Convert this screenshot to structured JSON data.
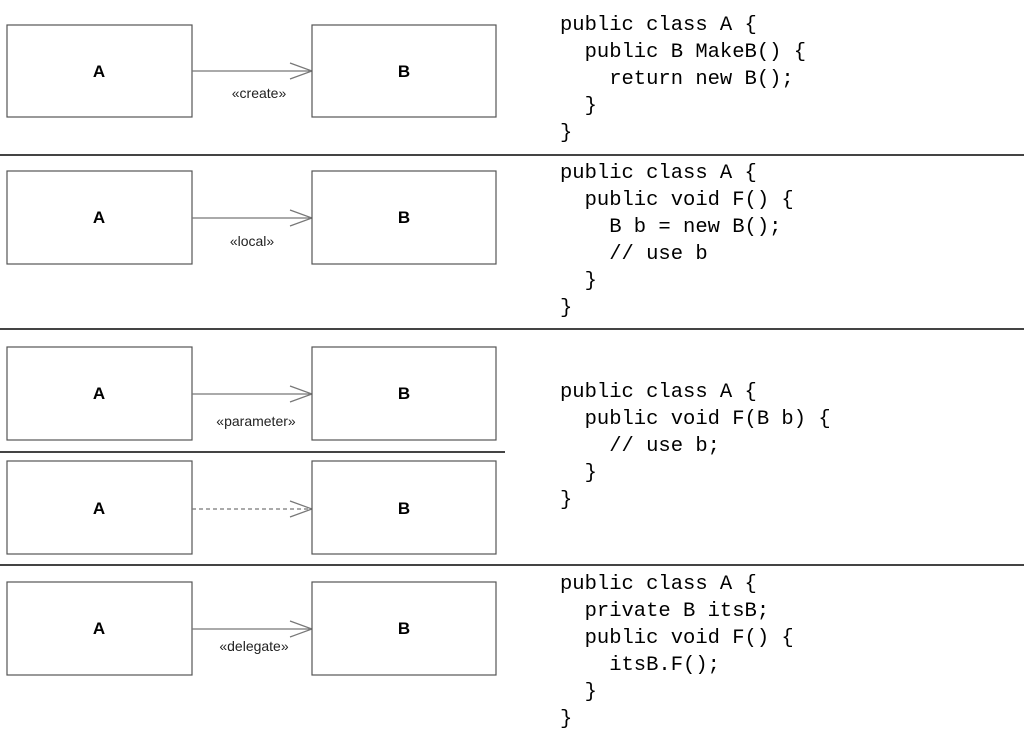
{
  "rows": [
    {
      "class_a": "A",
      "class_b": "B",
      "stereotype": "«create»",
      "code": [
        "public class A {",
        "  public B MakeB() {",
        "    return new B();",
        "  }",
        "}"
      ]
    },
    {
      "class_a": "A",
      "class_b": "B",
      "stereotype": "«local»",
      "code": [
        "public class A {",
        "  public void F() {",
        "    B b = new B();",
        "    // use b",
        "  }",
        "}"
      ]
    },
    {
      "class_a": "A",
      "class_b": "B",
      "stereotype": "«parameter»",
      "class_a2": "A",
      "class_b2": "B",
      "code": [
        "public class A {",
        "  public void F(B b) {",
        "    // use b;",
        "  }",
        "}"
      ]
    },
    {
      "class_a": "A",
      "class_b": "B",
      "stereotype": "«delegate»",
      "code": [
        "public class A {",
        "  private B itsB;",
        "  public void F() {",
        "    itsB.F();",
        "  }",
        "}"
      ]
    }
  ]
}
